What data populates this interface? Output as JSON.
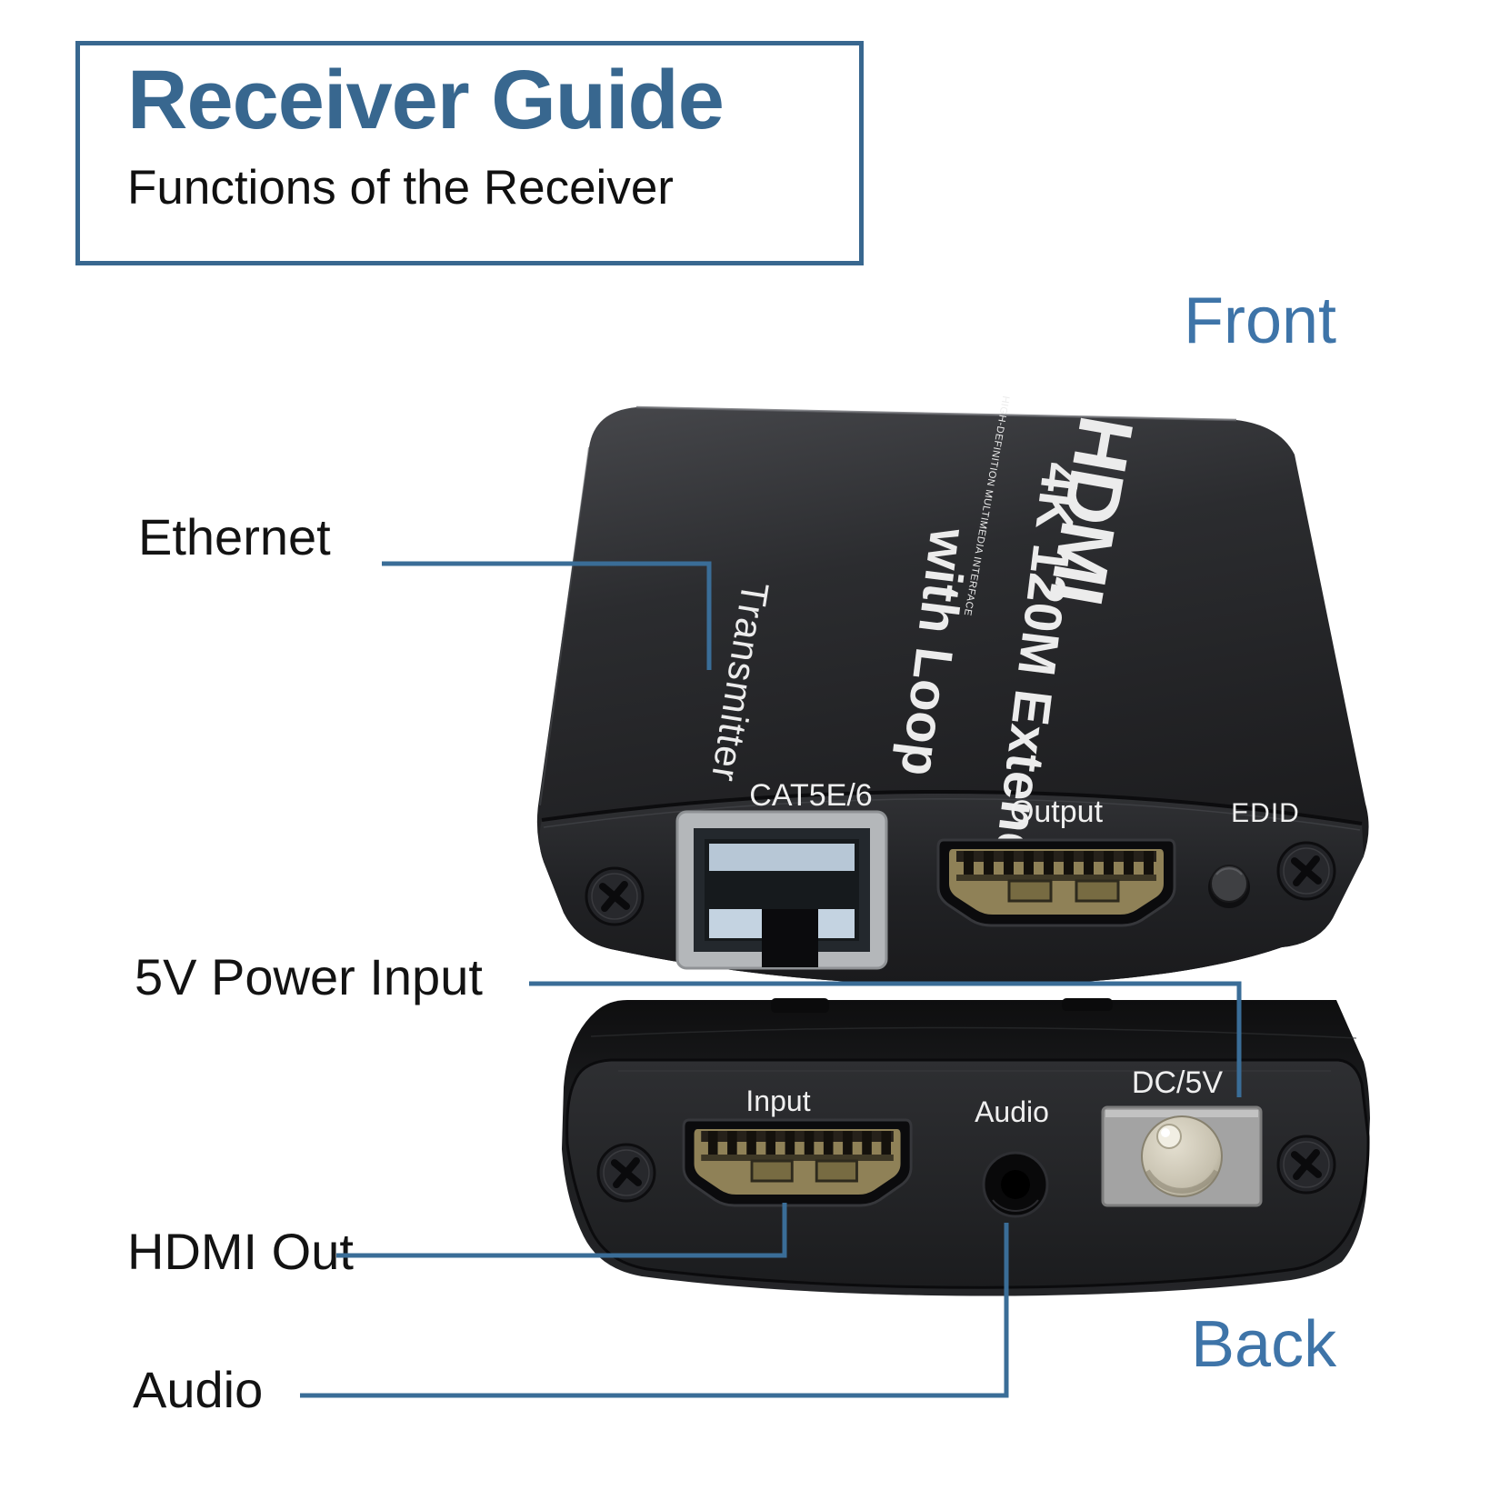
{
  "colors": {
    "accent": "#38678f",
    "accent_light": "#3e74a8",
    "callout_line": "#3a6d97",
    "device_body": "#1d1e20",
    "port_label": "#efefef"
  },
  "header": {
    "title": "Receiver Guide",
    "subtitle": "Functions of the Receiver"
  },
  "view_labels": {
    "front": "Front",
    "back": "Back"
  },
  "callouts": {
    "ethernet": "Ethernet",
    "power": "5V Power Input",
    "hdmi_out": "HDMI Out",
    "audio": "Audio"
  },
  "device_front": {
    "side_text": "Transmitter",
    "top_text_line1": "4K 120M Extender",
    "top_text_line2": "with Loop",
    "hdmi_logo": "HDMI",
    "hdmi_logo_sub": "HIGH-DEFINITION MULTIMEDIA INTERFACE",
    "ports": {
      "ethernet": "CAT5E/6",
      "output": "Output",
      "edid": "EDID"
    }
  },
  "device_back": {
    "ports": {
      "input": "Input",
      "audio": "Audio",
      "power": "DC/5V"
    }
  }
}
